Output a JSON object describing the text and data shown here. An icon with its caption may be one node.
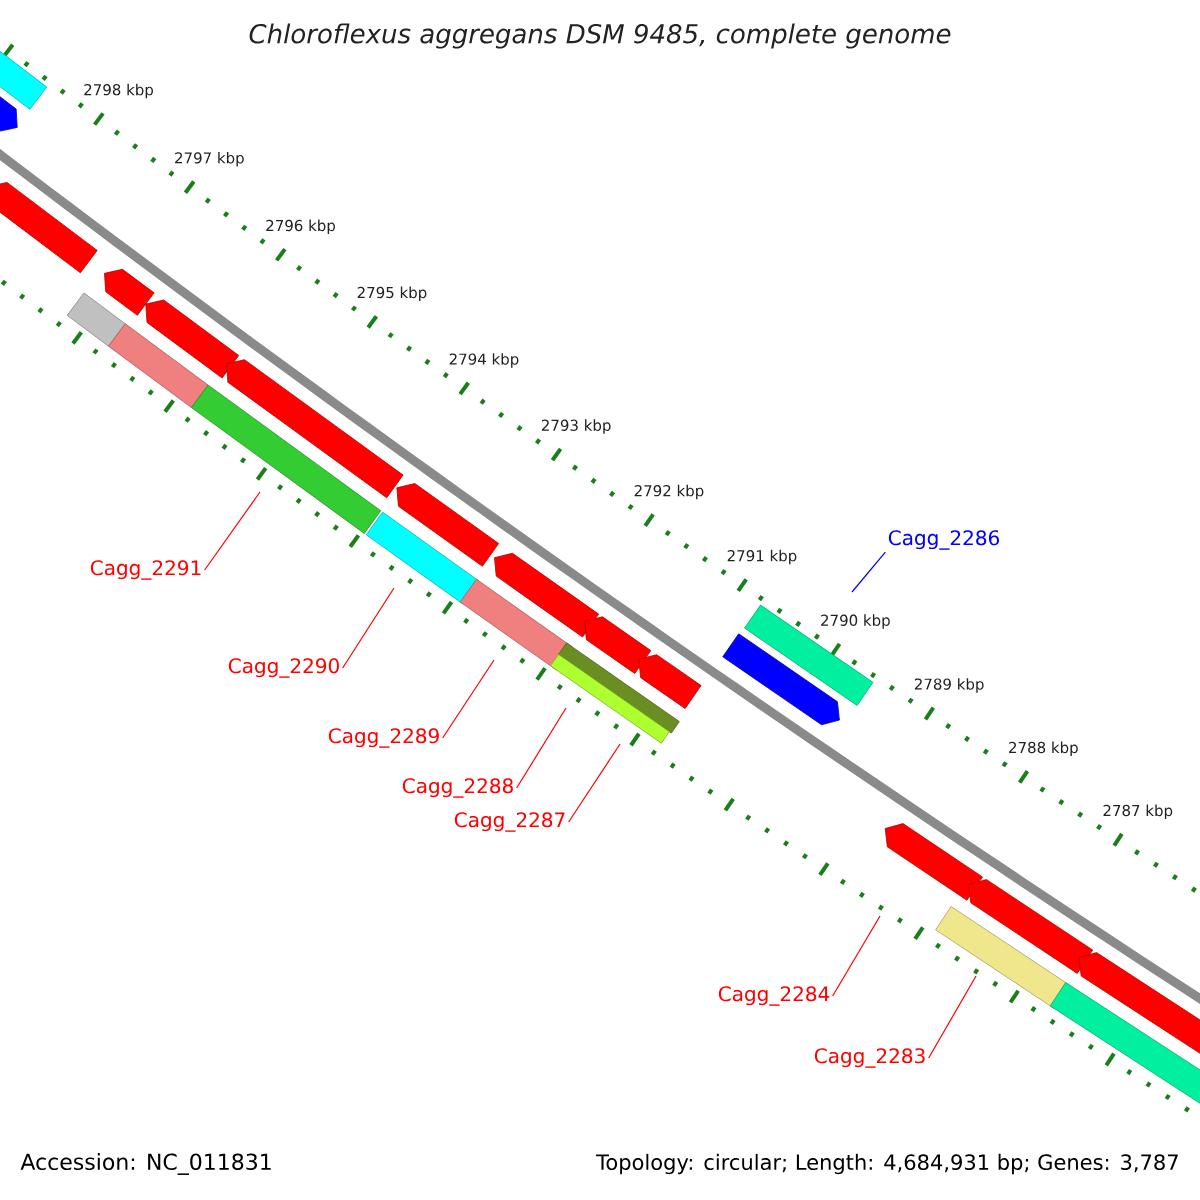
{
  "diagram": {
    "title": "Chloroflexus aggregans DSM 9485, complete genome",
    "nodes": [
      {
        "text": [
          "Cagg_2286"
        ]
      },
      {
        "text": [
          "Cagg_2291"
        ]
      },
      {
        "text": [
          "Cagg_2290"
        ]
      },
      {
        "text": [
          "Cagg_2289"
        ]
      },
      {
        "text": [
          "Cagg_2288"
        ]
      },
      {
        "text": [
          "Cagg_2287"
        ]
      },
      {
        "text": [
          "Cagg_2284"
        ]
      },
      {
        "text": [
          "Cagg_2283"
        ]
      }
    ],
    "edges": [
      {
        "from": 0,
        "to": null,
        "arrow": "none",
        "color": "#0000ff"
      },
      {
        "from": 1,
        "to": null,
        "arrow": "none"
      },
      {
        "from": 2,
        "to": null,
        "arrow": "none"
      },
      {
        "from": 3,
        "to": null,
        "arrow": "none"
      },
      {
        "from": 4,
        "to": null,
        "arrow": "none"
      },
      {
        "from": 5,
        "to": null,
        "arrow": "none"
      },
      {
        "from": 6,
        "to": null,
        "arrow": "none"
      },
      {
        "from": 7,
        "to": null,
        "arrow": "none"
      }
    ],
    "labels": [
      "2798 kbp",
      "2797 kbp",
      "2796 kbp",
      "2795 kbp",
      "2794 kbp",
      "2793 kbp",
      "2792 kbp",
      "2791 kbp",
      "2790 kbp",
      "2789 kbp",
      "2788 kbp",
      "2787 kbp",
      "Accession: NC_011831",
      "Topology: circular; Length: 4,684,931 bp; Genes: 3,787"
    ]
  }
}
